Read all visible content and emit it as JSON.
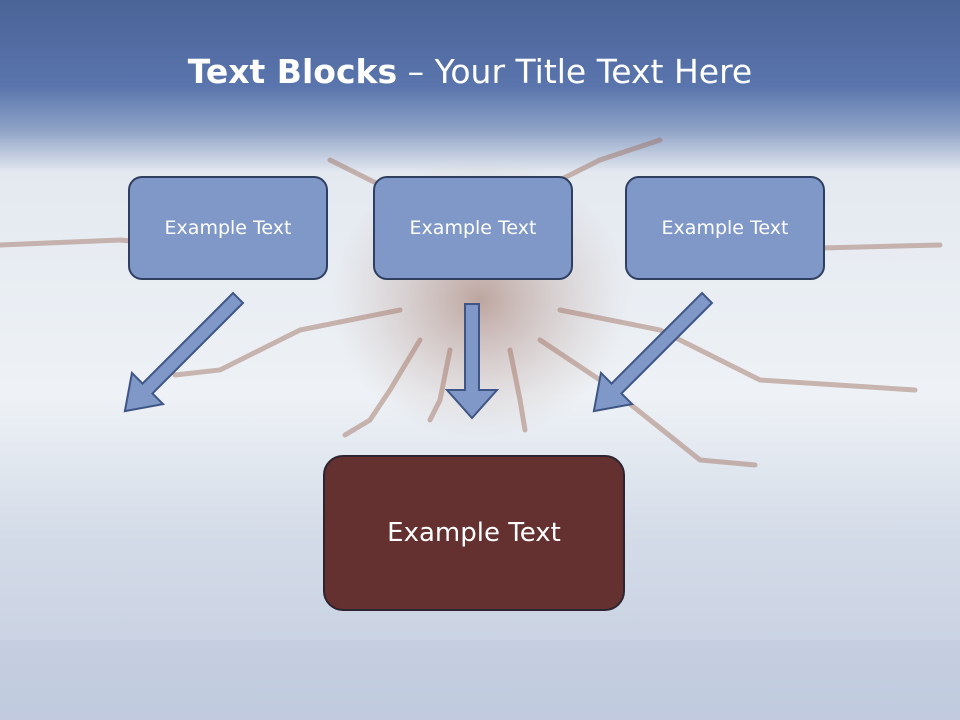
{
  "title": {
    "bold": "Text Blocks",
    "separator": " – ",
    "rest": "Your Title Text Here"
  },
  "top_boxes": [
    {
      "label": "Example Text"
    },
    {
      "label": "Example Text"
    },
    {
      "label": "Example Text"
    }
  ],
  "bottom_box": {
    "label": "Example Text"
  },
  "colors": {
    "header_band": "#5873aa",
    "top_box_fill": "#7f98c8",
    "arrow_fill": "#7f98c8",
    "bottom_box_fill": "#643030"
  }
}
